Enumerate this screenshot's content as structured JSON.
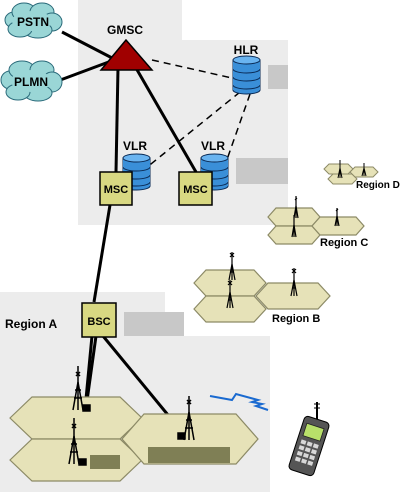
{
  "nodes": {
    "pstn": "PSTN",
    "plmn": "PLMN",
    "gmsc": "GMSC",
    "hlr": "HLR",
    "vlr": "VLR",
    "msc": "MSC",
    "bsc": "BSC"
  },
  "regions": {
    "a": "Region A",
    "b": "Region B",
    "c": "Region C",
    "d": "Region D"
  },
  "colors": {
    "panel": "#ececec",
    "block": "#c8c8c8",
    "cloud": "#9ad6d6",
    "gmsc": "#a00000",
    "db": "#3a8fd8",
    "msc_box": "#d8d882",
    "cell": "#e6e2b8",
    "cell_border": "#8c8a66",
    "antenna_box": "#7f7f55"
  },
  "icons": [
    "cloud-icon",
    "triangle-icon",
    "database-icon",
    "antenna-icon",
    "mobile-phone-icon",
    "radio-link-icon"
  ]
}
